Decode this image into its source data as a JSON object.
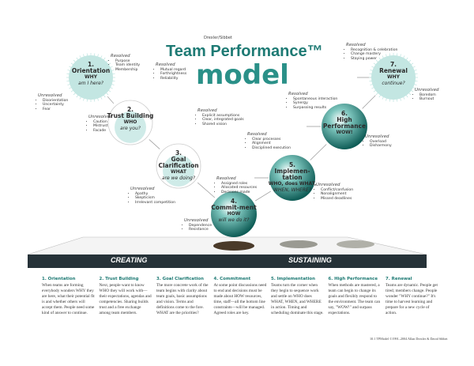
{
  "header": {
    "publisher": "Drexler/Sibbet",
    "title": "Team Performance™",
    "subtitle": "model"
  },
  "stages": [
    {
      "num": "1.",
      "name": "Orientation",
      "q1": "WHY",
      "q2": "am I here?",
      "resolved": [
        "Purpose",
        "Team identity",
        "Membership"
      ],
      "unresolved": [
        "Disorientation",
        "Uncertainty",
        "Fear"
      ]
    },
    {
      "num": "2.",
      "name": "Trust Building",
      "q1": "WHO",
      "q2": "are you?",
      "resolved": [
        "Mutual regard",
        "Forthrightness",
        "Reliability"
      ],
      "unresolved": [
        "Caution",
        "Mistrust",
        "Facade"
      ]
    },
    {
      "num": "3.",
      "name": "Goal Clarification",
      "q1": "WHAT",
      "q2": "are we doing?",
      "resolved": [
        "Explicit assumptions",
        "Clear, integrated goals",
        "Shared vision"
      ],
      "unresolved": [
        "Apathy",
        "Skepticism",
        "Irrelevant competition"
      ]
    },
    {
      "num": "4.",
      "name": "Commit-ment",
      "q1": "HOW",
      "q2": "will we do it?",
      "resolved": [
        "Assigned roles",
        "Allocated resources",
        "Decisions made"
      ],
      "unresolved": [
        "Dependence",
        "Resistance"
      ]
    },
    {
      "num": "5.",
      "name": "Implemen-tation",
      "q1": "WHO, does WHAT,",
      "q2": "WHEN, WHERE?",
      "resolved": [
        "Clear processes",
        "Alignment",
        "Disciplined execution"
      ],
      "unresolved": [
        "Conflict/confusion",
        "Nonalignment",
        "Missed deadlines"
      ]
    },
    {
      "num": "6.",
      "name": "High Performance",
      "q1": "WOW!",
      "q2": "",
      "resolved": [
        "Spontaneous interaction",
        "Synergy",
        "Surpassing results"
      ],
      "unresolved": [
        "Overload",
        "Disharmony"
      ]
    },
    {
      "num": "7.",
      "name": "Renewal",
      "q1": "WHY",
      "q2": "continue?",
      "resolved": [
        "Recognition & celebration",
        "Change mastery",
        "Staying power"
      ],
      "unresolved": [
        "Boredom",
        "Burnout"
      ]
    }
  ],
  "labels": {
    "resolved": "Resolved",
    "unresolved": "Unresolved"
  },
  "phases": {
    "left": "CREATING",
    "right": "SUSTAINING"
  },
  "descriptions": [
    {
      "title": "1. Orientation",
      "text": "When teams are forming everybody wonders WHY they are here, what their potential fit is and whether others will accept them. People need some kind of answer to continue."
    },
    {
      "title": "2. Trust Building",
      "text": "Next, people want to know WHO they will work with—their expectations, agendas and competencies. Sharing builds trust and a free exchange among team members."
    },
    {
      "title": "3. Goal Clarification",
      "text": "The more concrete work of the team begins with clarity about team goals, basic assumptions and vision. Terms and definitions come to the fore. WHAT are the priorities?"
    },
    {
      "title": "4. Commitment",
      "text": "At some point discussions need to end and decisions must be made about HOW resources, time, staff—all the bottom line constraints—will be managed. Agreed roles are key."
    },
    {
      "title": "5. Implementation",
      "text": "Teams turn the corner when they begin to sequence work and settle on WHO does WHAT, WHEN, and WHERE in action. Timing and scheduling dominate this stage."
    },
    {
      "title": "6. High Performance",
      "text": "When methods are mastered, a team can begin to change its goals and flexibly respond to the environment. The team can say, \"WOW!\" and surpass expectations."
    },
    {
      "title": "7. Renewal",
      "text": "Teams are dynamic. People get tired; members change. People wonder \"WHY continue?\" It's time to harvest learning and prepare for a new cycle of action."
    }
  ],
  "copyright": "10.1 TPModel ©1991–2004 Allan Drexler & David Sibbet",
  "colors": {
    "teal": "#1e7a74",
    "light": "#c3e6e2",
    "band": "#263238"
  }
}
